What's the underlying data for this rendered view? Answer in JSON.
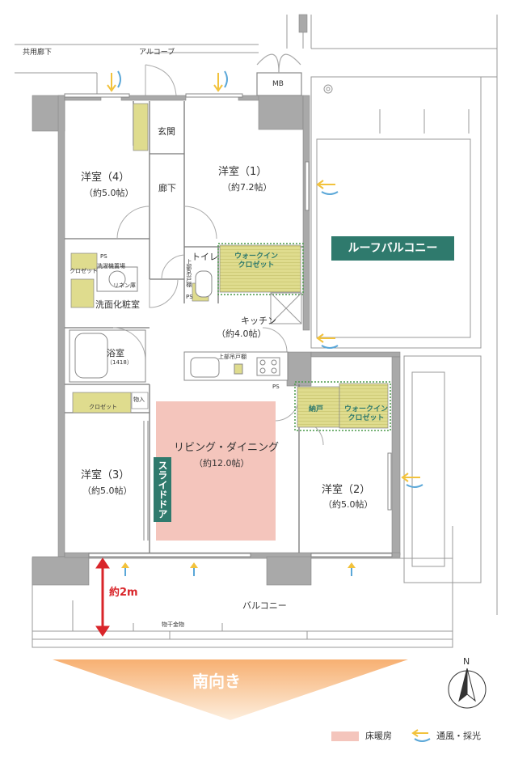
{
  "labels": {
    "corridor": "共用廊下",
    "alcove": "アルコーブ",
    "mb": "MB",
    "entrance": "玄関",
    "hall": "廊下",
    "bed4": "洋室（4）",
    "bed4_area": "（約5.0帖）",
    "bed1": "洋室（1）",
    "bed1_area": "（約7.2帖）",
    "toilet": "トイレ",
    "wic1": "ウォークイン\nクロゼット",
    "ps": "PS",
    "closet": "クロゼット",
    "washer": "洗濯機置場",
    "linen": "リネン庫",
    "upper_cabinet": "上部吊戸棚",
    "washroom": "洗面化粧室",
    "kitchen": "キッチン",
    "kitchen_area": "（約4.0帖）",
    "bath": "浴室",
    "bath_size": "（1418）",
    "storage_in": "物入",
    "living": "リビング・ダイニング",
    "living_area": "（約12.0帖）",
    "slide_door": "スライドドア",
    "bed3": "洋室（3）",
    "bed3_area": "（約5.0帖）",
    "nando": "納戸",
    "wic2": "ウォークイン\nクロゼット",
    "bed2": "洋室（2）",
    "bed2_area": "（約5.0帖）",
    "roof_balcony": "ルーフバルコニー",
    "balcony": "バルコニー",
    "drying": "物干金物",
    "dist": "約2m",
    "direction": "南向き",
    "north": "N",
    "legend_floor": "床暖房",
    "legend_wind": "通風・採光"
  },
  "colors": {
    "floor_heating": "#f4c5bc",
    "closet_fill": "#dfdc8e",
    "accent_green": "#2f7a6d",
    "wall": "#a9a9a9",
    "arrow_red": "#d9252a",
    "orange_top": "#f7b87a",
    "orange_bottom": "#fde9d2",
    "wind_blue": "#5aa7d8",
    "wind_yellow": "#f2c23c"
  }
}
